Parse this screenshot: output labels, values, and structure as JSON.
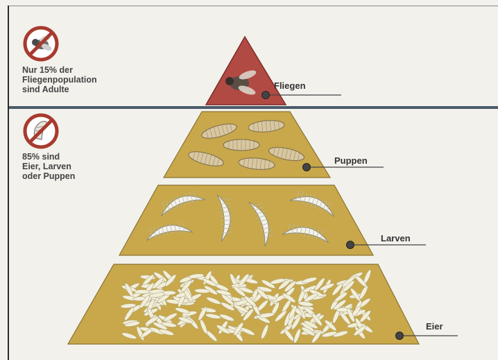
{
  "notes": {
    "adults": "Nur 15% der\nFliegenpopulation\nsind Adulte",
    "immature": "85% sind\nEier, Larven\noder Puppen"
  },
  "tiers": {
    "top": "Fliegen",
    "pupae": "Puppen",
    "larvae": "Larven",
    "eggs": "Eier"
  },
  "icons": {
    "adults": "fly-prohibited-icon",
    "immature": "larva-prohibited-icon"
  },
  "colors": {
    "top_tier": "#b24a44",
    "lower_tiers": "#c8a84a",
    "badge_ring": "#a83a2e",
    "divider": "#4a5a6a"
  }
}
